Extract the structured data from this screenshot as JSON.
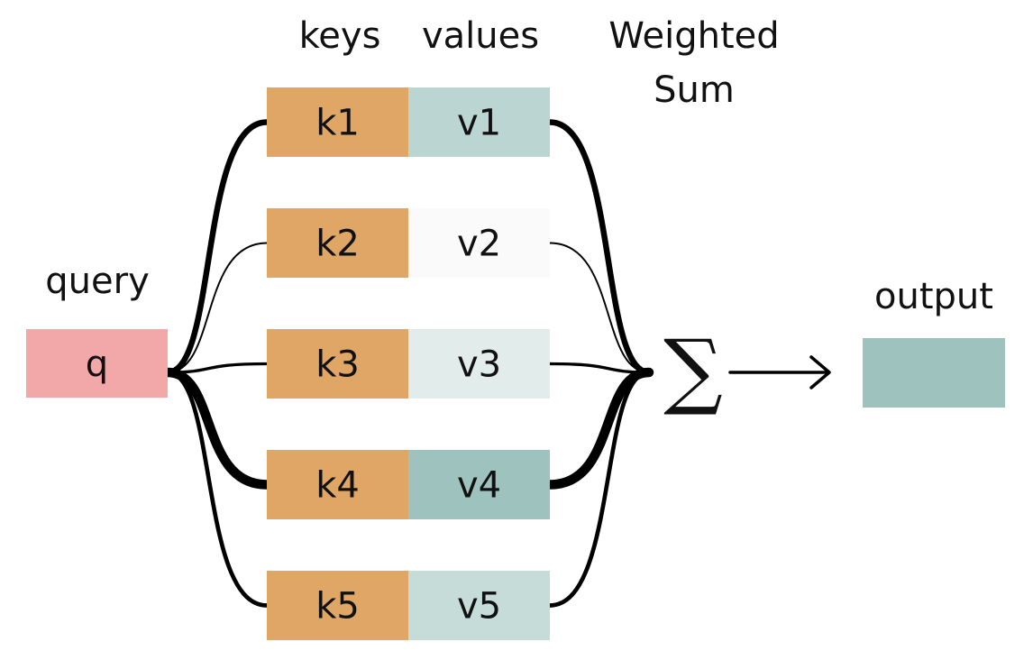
{
  "headers": {
    "keys": "keys",
    "values": "values",
    "weighted_line1": "Weighted",
    "weighted_line2": "Sum",
    "query": "query",
    "output": "output"
  },
  "sum_symbol": "∑",
  "colors": {
    "query": "#f2a7a9",
    "key": "#e0a666",
    "output": "#9ec2bd",
    "value_strong": "#9ec2bd",
    "value_weak": "#fafafa"
  },
  "query": {
    "label": "q"
  },
  "pairs": [
    {
      "key": "k1",
      "value": "v1",
      "weight": 0.55,
      "value_color": "#bad5d2"
    },
    {
      "key": "k2",
      "value": "v2",
      "weight": 0.05,
      "value_color": "#fafafa"
    },
    {
      "key": "k3",
      "value": "v3",
      "weight": 0.2,
      "value_color": "#e2ecea"
    },
    {
      "key": "k4",
      "value": "v4",
      "weight": 1.0,
      "value_color": "#9ec2bd"
    },
    {
      "key": "k5",
      "value": "v5",
      "weight": 0.35,
      "value_color": "#c6dcd9"
    }
  ]
}
